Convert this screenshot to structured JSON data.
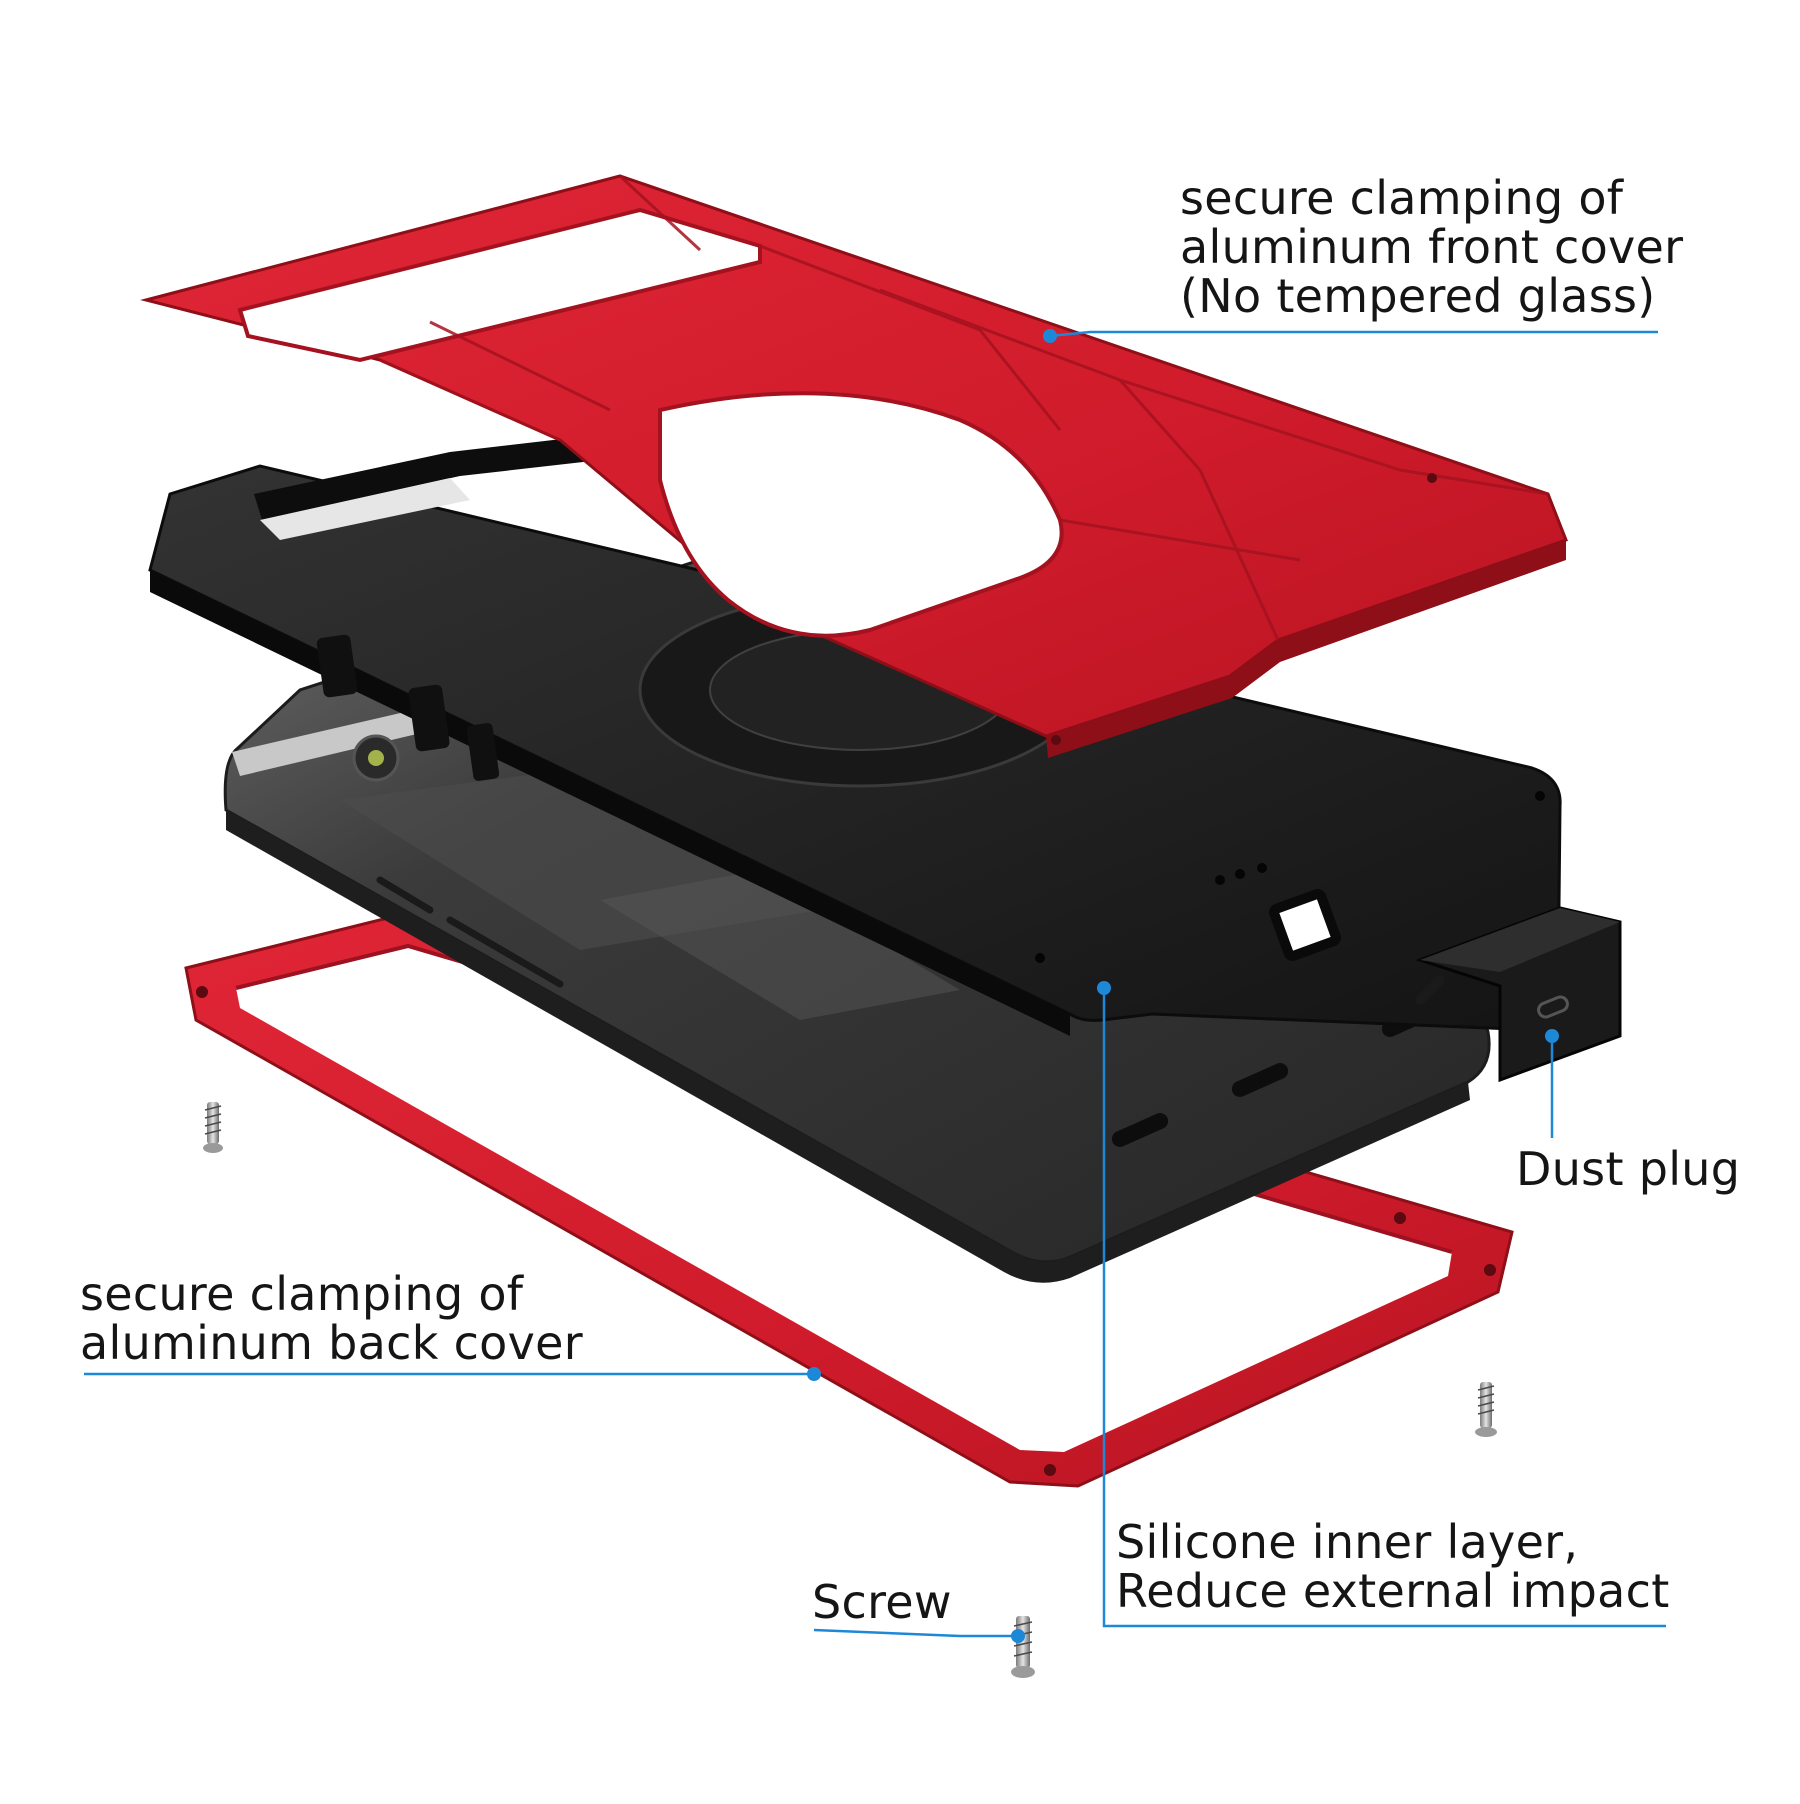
{
  "callouts": {
    "front_cover": {
      "lines": [
        "secure clamping of",
        "aluminum front cover",
        "(No tempered glass)"
      ]
    },
    "back_cover": {
      "lines": [
        "secure clamping of",
        "aluminum back cover"
      ]
    },
    "dust_plug": {
      "lines": [
        "Dust plug"
      ]
    },
    "silicone_layer": {
      "lines": [
        "Silicone inner layer,",
        "Reduce external impact"
      ]
    },
    "screw": {
      "lines": [
        "Screw"
      ]
    }
  },
  "colors": {
    "case_red": "#d11a2a",
    "case_red_dark": "#8e0f18",
    "silicone_black": "#1c1c1c",
    "phone_body": "#3a3a3a",
    "leader_blue": "#1e88d8",
    "text": "#151515",
    "background": "#ffffff"
  },
  "icons": [
    "screw-icon",
    "dust-plug-icon"
  ]
}
